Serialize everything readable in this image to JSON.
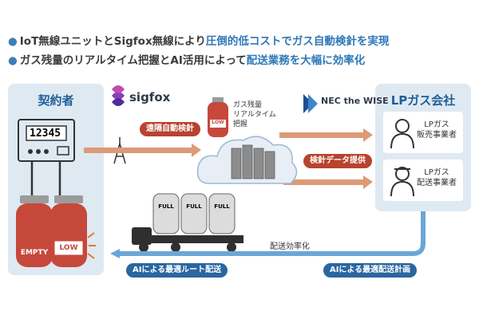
{
  "bullets": [
    {
      "prefix": "IoT無線ユニットとSigfox無線により",
      "highlight": "圧倒的低コストでガス自動検針を実現"
    },
    {
      "prefix": "ガス残量のリアルタイム把握とAI活用によって",
      "highlight": "配送業務を大幅に効率化"
    }
  ],
  "left_panel": {
    "title": "契約者",
    "meter_value": "12345",
    "tank_labels": [
      "EMPTY",
      "LOW"
    ]
  },
  "right_panel": {
    "title": "LPガス会社",
    "roles": [
      {
        "label": "LPガス\n販売事業者",
        "icon": "business-person-icon"
      },
      {
        "label": "LPガス\n配送事業者",
        "icon": "delivery-person-icon"
      }
    ]
  },
  "brands": {
    "sigfox": "sigfox",
    "nec": "NEC the WISE"
  },
  "cloud": {
    "caption": "ガス残量\nリアルタイム\n把握",
    "tank_label": "LOW"
  },
  "flows": {
    "remote_reading": "遠隔自動検針",
    "data_provision": "検針データ提供",
    "delivery_efficiency": "配送効率化",
    "ai_route": "AIによる最適ルート配送",
    "ai_plan": "AIによる最適配送計画"
  },
  "truck": {
    "tank_labels": [
      "FULL",
      "FULL",
      "FULL"
    ]
  },
  "colors": {
    "panel_bg": "#dfe9f2",
    "arrow_orange": "#dd9a78",
    "pill_red": "#b8432f",
    "pill_blue": "#2a66a0",
    "flow_blue": "#6aa6d8"
  }
}
